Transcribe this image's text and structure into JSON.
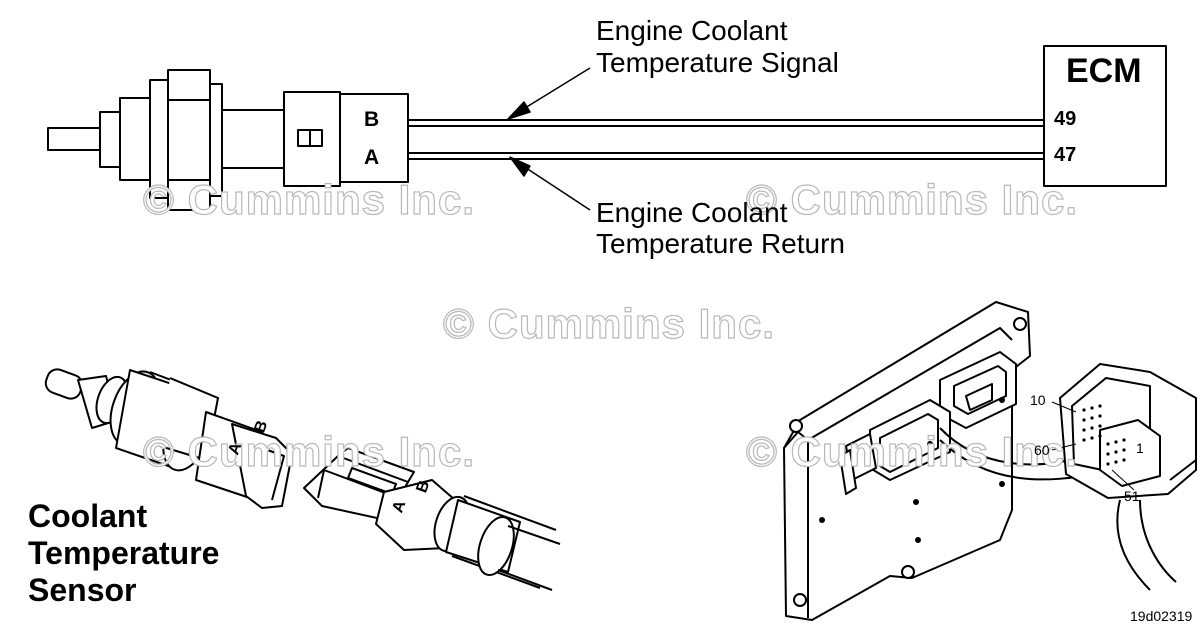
{
  "callouts": {
    "signal": [
      "Engine Coolant",
      "Temperature Signal"
    ],
    "return": [
      "Engine Coolant",
      "Temperature Return"
    ]
  },
  "connector_pins": {
    "top": "B",
    "bottom": "A"
  },
  "ecm": {
    "title": "ECM",
    "pin_signal": "49",
    "pin_return": "47"
  },
  "sensor_label": [
    "Coolant",
    "Temperature",
    "Sensor"
  ],
  "connector_tab_labels": {
    "sensor_a": "A",
    "sensor_b": "B",
    "harness_a": "A",
    "harness_b": "B"
  },
  "ecm_connector_pins": {
    "top": "10",
    "middle": "60",
    "bottom": "51",
    "right": "1"
  },
  "watermark": "© Cummins Inc.",
  "figure_id": "19d02319"
}
